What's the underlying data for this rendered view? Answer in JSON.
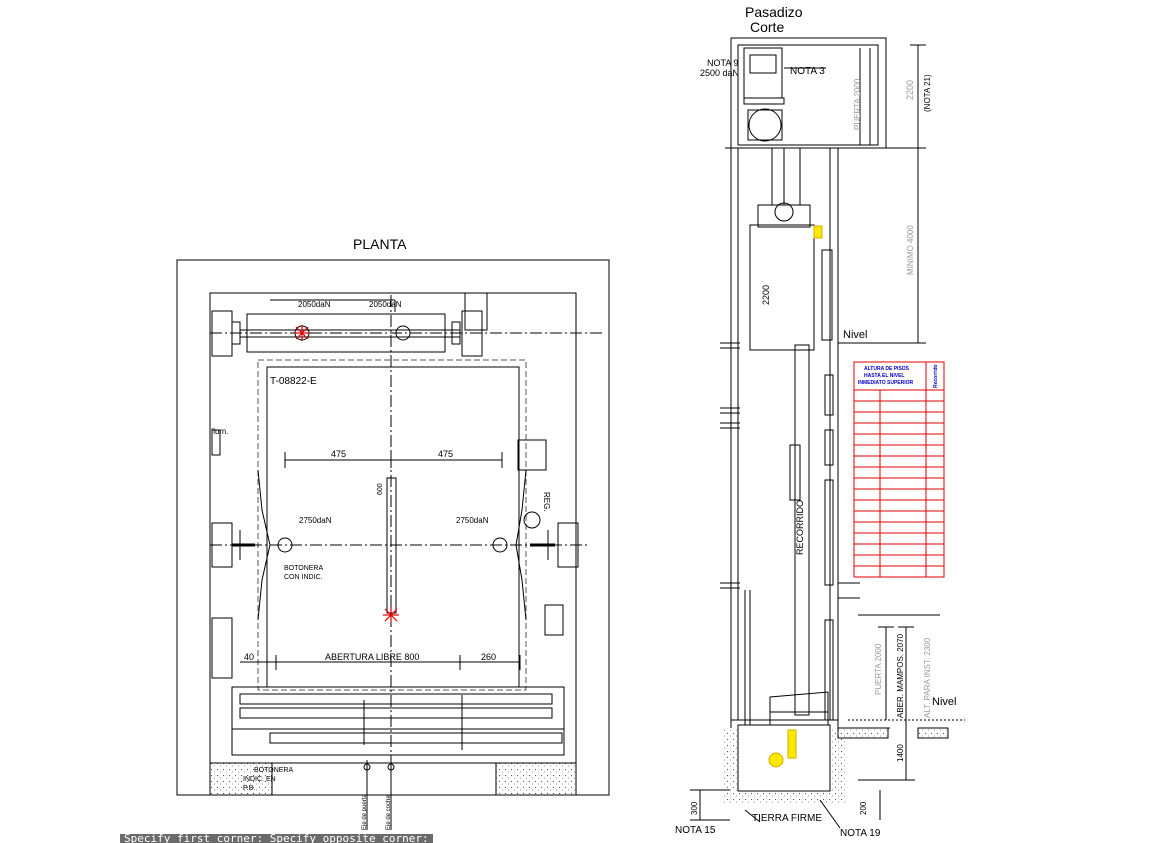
{
  "plan": {
    "title": "PLANTA",
    "drawing_code": "T-08822-E",
    "load_top_left": "2050daN",
    "load_top_right": "2050daN",
    "dim_left": "475",
    "dim_right": "475",
    "dim_vertical": "600",
    "load_mid_left": "2750daN",
    "load_mid_right": "2750daN",
    "ilum": "Ilum.",
    "reg": "REG.",
    "botonera": [
      "BOTONERA",
      "CON INDIC."
    ],
    "dim_40": "40",
    "abertura": "ABERTURA LIBRE 800",
    "dim_260": "260",
    "botonera_pb": [
      "BOTONERA",
      "INDIC. EN",
      "P.B."
    ],
    "eje_puerta": "Eje de puerta",
    "eje_coche": "Eje de coche"
  },
  "section": {
    "title": "Pasadizo",
    "subtitle": "Corte",
    "nota9": "NOTA 9",
    "load": "2500 daN",
    "nota3": "NOTA 3",
    "puerta_top": "PUERTA 2000",
    "dim_2200_nota": "2200",
    "nota21": "(NOTA 21)",
    "dim_2200": "2200",
    "minimo": "MINIMO 4000",
    "nivel_top": "Nivel",
    "recorrido": "RECORRIDO",
    "puerta_bottom": "PUERTA 2000",
    "aber_mampos": "ABER. MAMPOS. 2070",
    "alt_inst": "ALT. PARA INST. 2300",
    "nivel_bottom": "Nivel",
    "dim_1400": "1400",
    "dim_300": "300",
    "dim_200": "200",
    "nota15": "NOTA 15",
    "tierra": "TIERRA FIRME",
    "nota19": "NOTA 19"
  },
  "table": {
    "header_lines": [
      "ALTURA DE PISOS",
      "HASTA EL NIVEL",
      "INMEDIATO SUPERIOR"
    ],
    "side_header": "Recorrido",
    "row_count": 17,
    "line_color": "#e00000",
    "header_color": "#0000cc"
  },
  "command_line": "Specify first corner: Specify opposite corner:"
}
